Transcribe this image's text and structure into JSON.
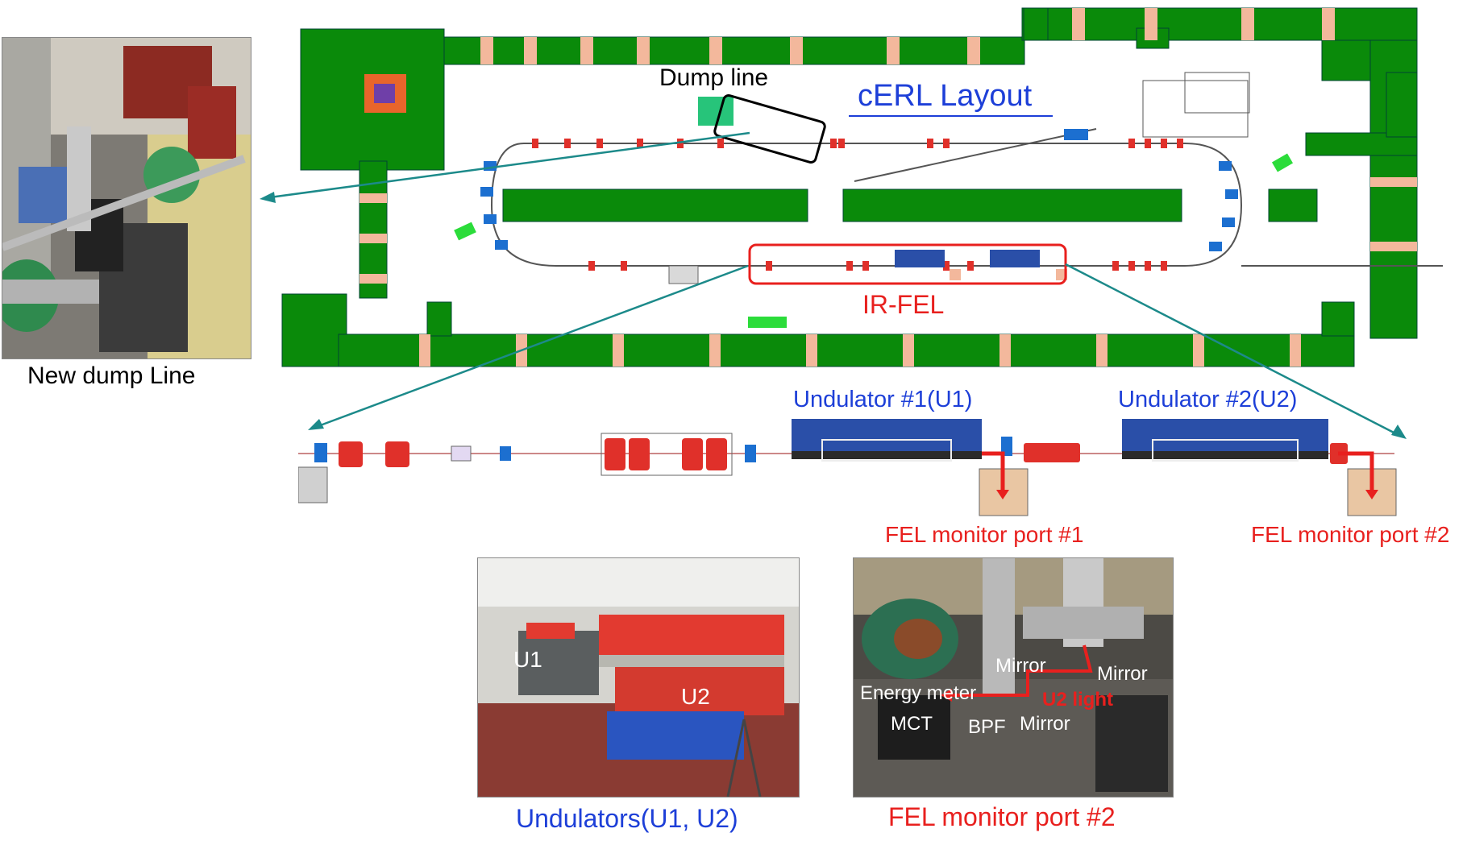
{
  "layout_title": "cERL Layout",
  "dump_line_label": "Dump line",
  "ir_fel_label": "IR-FEL",
  "new_dump_line_caption": "New dump Line",
  "undulator1_label": "Undulator #1(U1)",
  "undulator2_label": "Undulator #2(U2)",
  "fel_port1_label": "FEL monitor port #1",
  "fel_port2_label": "FEL monitor port #2",
  "undulators_caption": "Undulators(U1, U2)",
  "fel_port2_caption": "FEL monitor port #2",
  "undulator_photo": {
    "u1_label": "U1",
    "u2_label": "U2"
  },
  "monitor_photo": {
    "mirror_a": "Mirror",
    "mirror_b": "Mirror",
    "mirror_c": "Mirror",
    "energy_meter": "Energy meter",
    "mct": "MCT",
    "bpf": "BPF",
    "u2_light": "U2 light"
  },
  "colors": {
    "shield_green": "#0a8a0a",
    "joint_peach": "#f3b89c",
    "magnet_red": "#e0302a",
    "dipole_blue": "#1c6fd0",
    "undulator_blue": "#2a4fa8",
    "arrow_teal": "#1c8a8a",
    "label_blue": "#1d3fd8",
    "label_red": "#e8201e"
  }
}
